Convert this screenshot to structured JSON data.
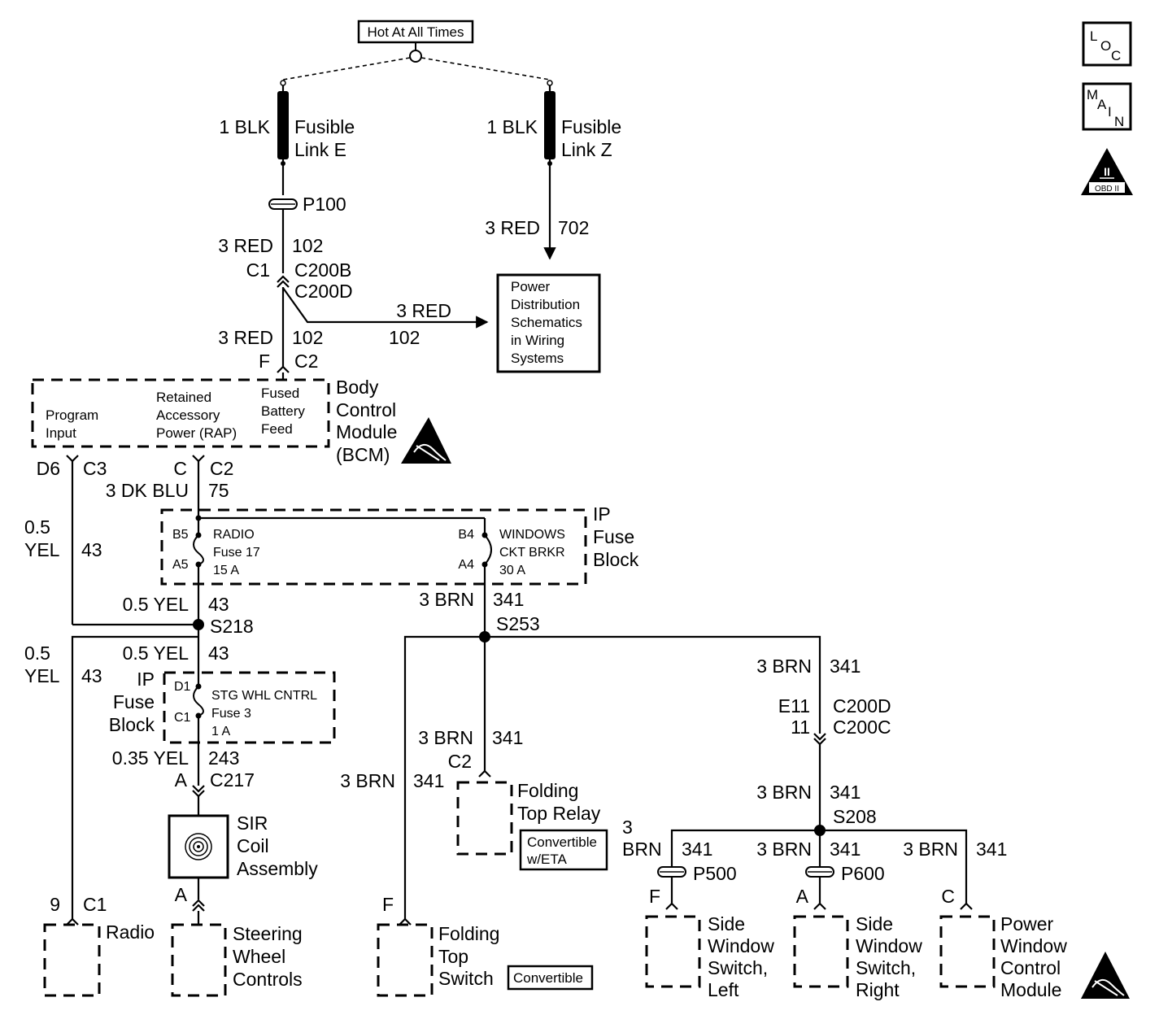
{
  "sources": {
    "hot_label": "Hot At All Times",
    "fl_e": {
      "wire": "1 BLK",
      "line1": "Fusible",
      "line2": "Link E"
    },
    "fl_z": {
      "wire": "1 BLK",
      "line1": "Fusible",
      "line2": "Link Z"
    }
  },
  "icons": {
    "loc": [
      "L",
      "O",
      "C"
    ],
    "main": [
      "M",
      "A",
      "I",
      "N"
    ],
    "obd_top": "II",
    "obd_bottom": "OBD II"
  },
  "left_feed": {
    "p100": "P100",
    "w1": "3 RED",
    "c1": "102",
    "c1_pin": "C1",
    "c200b": "C200B",
    "c200d": "C200D",
    "branch_wire": "3 RED",
    "branch_circuit": "102",
    "w2": "3 RED",
    "c2": "102",
    "f_pin": "F",
    "c2_conn": "C2"
  },
  "pdc": {
    "wire": "3 RED",
    "circuit": "702",
    "box": [
      "Power",
      "Distribution",
      "Schematics",
      "in Wiring",
      "Systems"
    ]
  },
  "bcm": {
    "pins": {
      "program": [
        "Program",
        "Input"
      ],
      "rap": [
        "Retained",
        "Accessory",
        "Power (RAP)"
      ],
      "fused": [
        "Fused",
        "Battery",
        "Feed"
      ]
    },
    "name": [
      "Body",
      "Control",
      "Module",
      "(BCM)"
    ],
    "d6": "D6",
    "c3": "C3",
    "c_pin": "C",
    "c2": "C2",
    "wire75": "3 DK BLU",
    "circuit75": "75"
  },
  "ip_fuse_1": {
    "title": [
      "IP",
      "Fuse",
      "Block"
    ],
    "b5": "B5",
    "a5": "A5",
    "radio": [
      "RADIO",
      "Fuse 17",
      "15 A"
    ],
    "b4": "B4",
    "a4": "A4",
    "windows": [
      "WINDOWS",
      "CKT BRKR",
      "30 A"
    ]
  },
  "yel43": {
    "l1": "0.5",
    "l2": "YEL",
    "c": "43",
    "w_s218": "0.5 YEL",
    "c_s218": "43",
    "s218": "S218",
    "l1b": "0.5",
    "l2b": "YEL",
    "cb": "43",
    "w_below": "0.5 YEL",
    "c_below": "43"
  },
  "ip_fuse_2": {
    "title": [
      "IP",
      "Fuse",
      "Block"
    ],
    "d1": "D1",
    "c1": "C1",
    "stg": [
      "STG WHL CNTRL",
      "Fuse 3",
      "1 A"
    ]
  },
  "sir": {
    "w": "0.35 YEL",
    "c": "243",
    "a_pin": "A",
    "c217": "C217",
    "name": [
      "SIR",
      "Coil",
      "Assembly"
    ],
    "a2": "A"
  },
  "radio": {
    "pin9": "9",
    "c1": "C1",
    "name": "Radio"
  },
  "steering": {
    "name": [
      "Steering",
      "Wheel",
      "Controls"
    ]
  },
  "brn": {
    "w_left": "3 BRN",
    "c_left": "341",
    "s253": "S253",
    "w_relay": "3 BRN",
    "c_relay": "341",
    "c2_relay": "C2",
    "w_fold": "3 BRN",
    "c_fold": "341",
    "f_fold": "F",
    "w_right": "3 BRN",
    "c_right": "341",
    "e11": "E11",
    "c200d": "C200D",
    "n11": "11",
    "c200c": "C200C",
    "w_s208": "3 BRN",
    "c_s208": "341",
    "s208": "S208",
    "w_b1a": "3",
    "w_b1b": "BRN",
    "c_b1": "341",
    "w_b2": "3 BRN",
    "c_b2": "341",
    "w_b3": "3 BRN",
    "c_b3": "341",
    "p500": "P500",
    "p600": "P600",
    "f_pin": "F",
    "a_pin": "A",
    "c_pin": "C"
  },
  "folding_relay": {
    "name": [
      "Folding",
      "Top Relay"
    ],
    "tag": [
      "Convertible",
      "w/ETA"
    ]
  },
  "folding_switch": {
    "name": [
      "Folding",
      "Top",
      "Switch"
    ],
    "tag": "Convertible"
  },
  "sw_left": {
    "name": [
      "Side",
      "Window",
      "Switch,",
      "Left"
    ]
  },
  "sw_right": {
    "name": [
      "Side",
      "Window",
      "Switch,",
      "Right"
    ]
  },
  "pwcm": {
    "name": [
      "Power",
      "Window",
      "Control",
      "Module"
    ]
  }
}
